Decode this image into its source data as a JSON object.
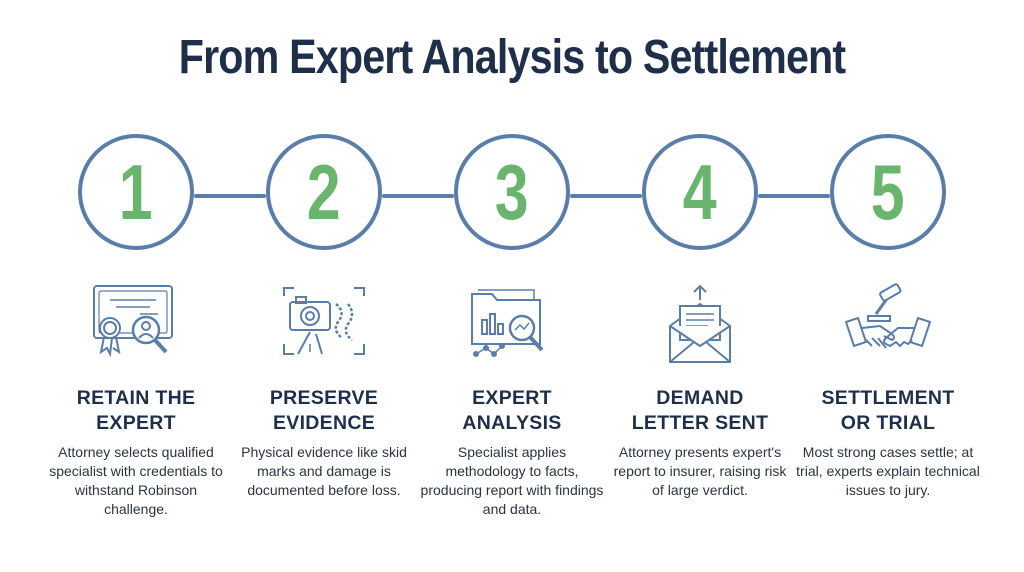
{
  "title": "From Expert Analysis to Settlement",
  "colors": {
    "title": "#1f2f4a",
    "circle_border": "#5a7ea8",
    "number": "#6ab56e",
    "icon_outline": "#5a7ea8",
    "heading": "#1f2f4a",
    "body_text": "#2a3442"
  },
  "steps": [
    {
      "number": "1",
      "icon": "certificate-magnifier-icon",
      "heading_line1": "RETAIN THE",
      "heading_line2": "EXPERT",
      "description": "Attorney selects qualified specialist with credentials to withstand Robinson challenge."
    },
    {
      "number": "2",
      "icon": "camera-skid-marks-icon",
      "heading_line1": "PRESERVE",
      "heading_line2": "EVIDENCE",
      "description": "Physical evidence like skid marks and damage is documented before loss."
    },
    {
      "number": "3",
      "icon": "folder-chart-magnifier-icon",
      "heading_line1": "EXPERT",
      "heading_line2": "ANALYSIS",
      "description": "Specialist applies methodology to facts, producing report with findings and data."
    },
    {
      "number": "4",
      "icon": "envelope-letter-icon",
      "heading_line1": "DEMAND",
      "heading_line2": "LETTER SENT",
      "description": "Attorney presents expert's report to insurer, raising risk of large verdict."
    },
    {
      "number": "5",
      "icon": "gavel-handshake-icon",
      "heading_line1": "SETTLEMENT",
      "heading_line2": "OR TRIAL",
      "description": "Most strong cases settle; at trial, experts explain technical issues to jury."
    }
  ]
}
